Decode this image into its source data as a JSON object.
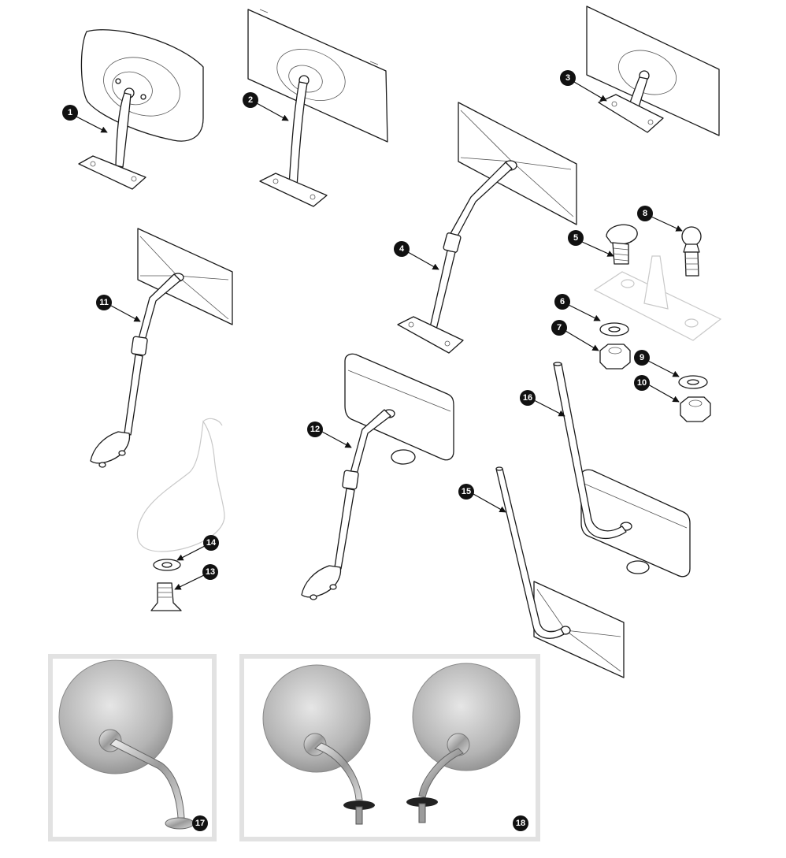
{
  "colors": {
    "line": "#1a1a1a",
    "badge": "#111111",
    "badge_text": "#ffffff",
    "frame": "#e2e2e2"
  },
  "callouts": [
    {
      "id": "1",
      "label": "1"
    },
    {
      "id": "2",
      "label": "2"
    },
    {
      "id": "3",
      "label": "3"
    },
    {
      "id": "4",
      "label": "4"
    },
    {
      "id": "5",
      "label": "5"
    },
    {
      "id": "6",
      "label": "6"
    },
    {
      "id": "7",
      "label": "7"
    },
    {
      "id": "8",
      "label": "8"
    },
    {
      "id": "9",
      "label": "9"
    },
    {
      "id": "10",
      "label": "10"
    },
    {
      "id": "11",
      "label": "11"
    },
    {
      "id": "12",
      "label": "12"
    },
    {
      "id": "13",
      "label": "13"
    },
    {
      "id": "14",
      "label": "14"
    },
    {
      "id": "15",
      "label": "15"
    },
    {
      "id": "16",
      "label": "16"
    },
    {
      "id": "17",
      "label": "17"
    },
    {
      "id": "18",
      "label": "18"
    }
  ]
}
